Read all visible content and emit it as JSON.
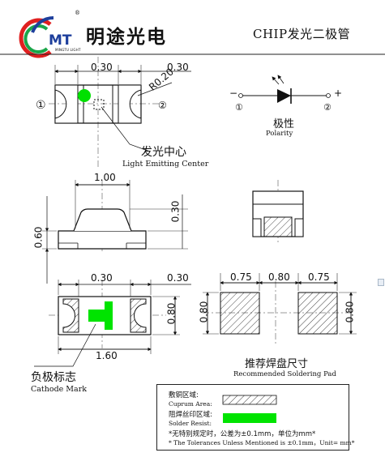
{
  "header": {
    "brand_name": "明途光电",
    "logo_letters": "MT",
    "logo_subtext": "MINGTU LIGHT",
    "registered_mark": "®",
    "product_title": "CHIP发光二极管"
  },
  "colors": {
    "green_marker": "#00e000",
    "solder_resist": "#00e400",
    "logo_blue": "#1e3f9c",
    "logo_red": "#e02020",
    "logo_green": "#1aa64a"
  },
  "top_view": {
    "dim_left": "0.30",
    "dim_right": "0.30",
    "radius_label": "R0.20",
    "pin1": "①",
    "pin2": "②",
    "center_label_cn": "发光中心",
    "center_label_en": "Light Emitting Center"
  },
  "polarity": {
    "minus": "−",
    "plus": "+",
    "pin1": "①",
    "pin2": "②",
    "label_cn": "极性",
    "label_en": "Polarity"
  },
  "side_view": {
    "width_dim": "1.00",
    "height_dim": "0.60",
    "lens_height_dim": "0.30"
  },
  "bottom_view": {
    "dim_left": "0.30",
    "dim_right": "0.30",
    "height_dim": "0.80",
    "length_dim": "1.60",
    "cathode_cn": "负极标志",
    "cathode_en": "Cathode Mark"
  },
  "solder_pad": {
    "dim_pad1": "0.75",
    "dim_gap": "0.80",
    "dim_pad2": "0.75",
    "height_left": "0.80",
    "height_right": "0.80",
    "label_cn": "推荐焊盘尺寸",
    "label_en": "Recommended Soldering Pad"
  },
  "legend": {
    "cuprum_cn": "敷铜区域:",
    "cuprum_en": "Cuprum Area:",
    "resist_cn": "阻焊丝印区域:",
    "resist_en": "Solder Resist:",
    "note_cn": "*无特别规定时，公差为±0.1mm，单位为mm*",
    "note_en": "* The Tolerances Unless Mentioned is ±0.1mm，Unit= mm*"
  }
}
